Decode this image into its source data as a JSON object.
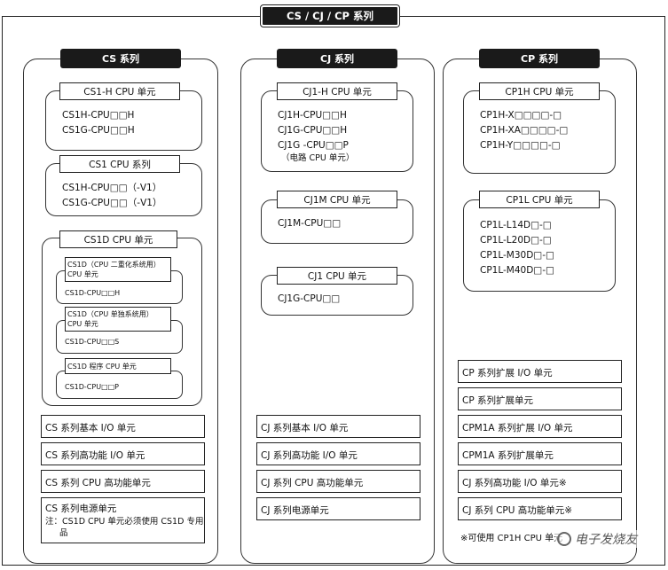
{
  "title": "CS / CJ / CP 系列",
  "cs": {
    "header": "CS 系列",
    "groups": {
      "cs1h": {
        "label": "CS1-H CPU 单元",
        "items": [
          "CS1H-CPU□□H",
          "CS1G-CPU□□H"
        ]
      },
      "cs1": {
        "label": "CS1 CPU 系列",
        "items": [
          "CS1H-CPU□□（-V1）",
          "CS1G-CPU□□（-V1）"
        ]
      },
      "cs1d": {
        "label": "CS1D CPU 单元",
        "sub": [
          {
            "label_lines": [
              "CS1D（CPU 二重化系统用）",
              "CPU 单元"
            ],
            "item": "CS1D-CPU□□H"
          },
          {
            "label_lines": [
              "CS1D（CPU 单独系统用）",
              "CPU 单元"
            ],
            "item": "CS1D-CPU□□S"
          },
          {
            "label_lines": [
              "CS1D 程序 CPU 单元"
            ],
            "item": "CS1D-CPU□□P"
          }
        ]
      }
    },
    "units": [
      "CS 系列基本 I/O 单元",
      "CS 系列高功能 I/O 单元",
      "CS 系列 CPU 高功能单元",
      "CS 系列电源单元"
    ],
    "power_note": [
      "注：CS1D CPU 单元必须使用 CS1D 专用",
      "品"
    ]
  },
  "cj": {
    "header": "CJ 系列",
    "groups": {
      "cj1h": {
        "label": "CJ1-H CPU 单元",
        "items": [
          "CJ1H-CPU□□H",
          "CJ1G-CPU□□H",
          "CJ1G -CPU□□P",
          "（电路 CPU 单元）"
        ]
      },
      "cj1m": {
        "label": "CJ1M CPU 单元",
        "items": [
          "CJ1M-CPU□□"
        ]
      },
      "cj1": {
        "label": "CJ1 CPU 单元",
        "items": [
          "CJ1G-CPU□□"
        ]
      }
    },
    "units": [
      "CJ 系列基本 I/O 单元",
      "CJ 系列高功能 I/O 单元",
      "CJ 系列 CPU 高功能单元",
      "CJ 系列电源单元"
    ]
  },
  "cp": {
    "header": "CP 系列",
    "groups": {
      "cp1h": {
        "label": "CP1H CPU 单元",
        "items": [
          "CP1H-X□□□□-□",
          "CP1H-XA□□□□-□",
          "CP1H-Y□□□□-□"
        ]
      },
      "cp1l": {
        "label": "CP1L CPU 单元",
        "items": [
          "CP1L-L14D□-□",
          "CP1L-L20D□-□",
          "CP1L-M30D□-□",
          "CP1L-M40D□-□"
        ]
      }
    },
    "units": [
      "CP 系列扩展 I/O 单元",
      "CP 系列扩展单元",
      "CPM1A 系列扩展 I/O 单元",
      "CPM1A 系列扩展单元",
      "CJ 系列高功能 I/O 单元※",
      "CJ 系列 CPU 高功能单元※"
    ],
    "footnote": "※可使用 CP1H CPU 单元"
  },
  "watermark": "电子发烧友"
}
